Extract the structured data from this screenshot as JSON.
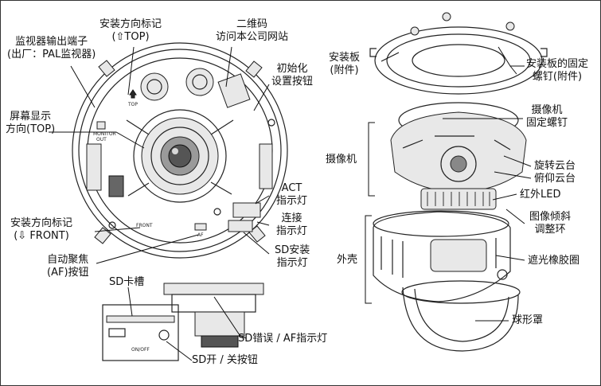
{
  "labels": {
    "monitor_output": [
      "监视器输出端子",
      "(出厂：PAL监视器)"
    ],
    "mount_dir_top": [
      "安装方向标记",
      "(⇧TOP)"
    ],
    "qr_code": [
      "二维码",
      "访问本公司网站"
    ],
    "init_button": [
      "初始化",
      "设置按钮"
    ],
    "screen_dir": [
      "屏幕显示",
      "方向(TOP)"
    ],
    "act_led": [
      "ACT",
      "指示灯"
    ],
    "link_led": [
      "连接",
      "指示灯"
    ],
    "sd_install_led": [
      "SD安装",
      "指示灯"
    ],
    "mount_dir_front": [
      "安装方向标记",
      "(⇩ FRONT)"
    ],
    "af_button": [
      "自动聚焦",
      "(AF)按钮"
    ],
    "sd_slot": [
      "SD卡槽"
    ],
    "sd_error_led": [
      "SD错误 / AF指示灯"
    ],
    "sd_switch": [
      "SD开 / 关按钮"
    ],
    "mount_plate": [
      "安装板",
      "(附件)"
    ],
    "mount_screws": [
      "安装板的固定",
      "螺钉(附件)"
    ],
    "camera_screw": [
      "摄像机",
      "固定螺钉"
    ],
    "camera": [
      "摄像机"
    ],
    "pan_table": [
      "旋转云台"
    ],
    "tilt_table": [
      "俯仰云台"
    ],
    "ir_led": [
      "红外LED"
    ],
    "tilt_ring": [
      "图像倾斜",
      "调整环"
    ],
    "housing": [
      "外壳"
    ],
    "shade_rubber": [
      "遮光橡胶圈"
    ],
    "dome": [
      "球形罩"
    ]
  },
  "board_text": {
    "top": "TOP",
    "monitor_out": [
      "MONITOR",
      "OUT"
    ],
    "front": "FRONT",
    "af": "AF",
    "on_off": "ON/OFF"
  }
}
